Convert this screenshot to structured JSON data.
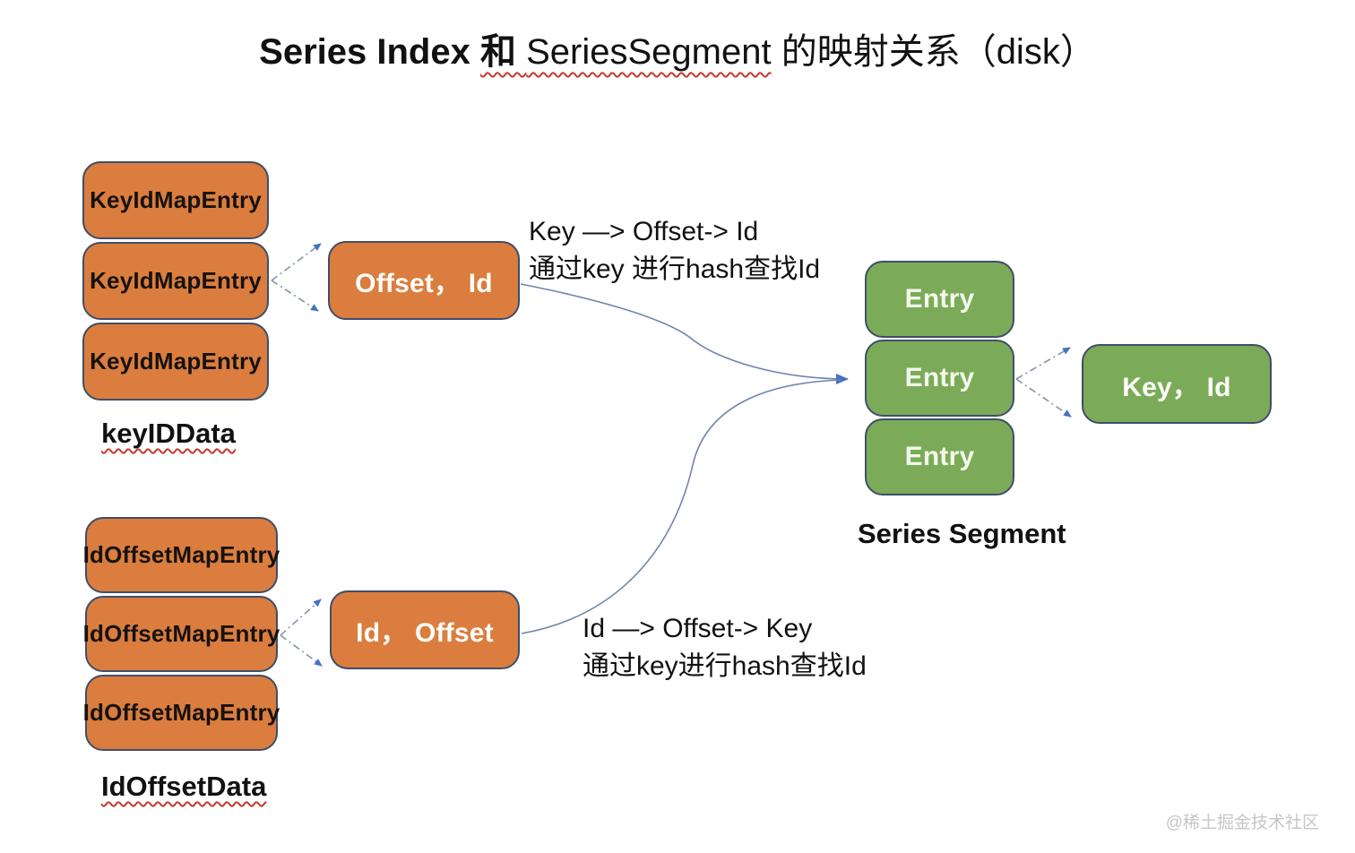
{
  "title": {
    "part_bold": "Series Index ",
    "part_underlined_bold": "和 ",
    "part_underlined": "SeriesSegment",
    "part_rest": " 的映射关系（disk）"
  },
  "key_id_group": {
    "boxes": [
      "KeyIdMapEntry",
      "KeyIdMapEntry",
      "KeyIdMapEntry"
    ],
    "label": "keyIDData",
    "map_box": "Offset， Id"
  },
  "id_offset_group": {
    "boxes": [
      "IdOffsetMapEntry",
      "IdOffsetMapEntry",
      "IdOffsetMapEntry"
    ],
    "label": "IdOffsetData",
    "map_box": "Id， Offset"
  },
  "segment_group": {
    "boxes": [
      "Entry",
      "Entry",
      "Entry"
    ],
    "label": "Series Segment",
    "kv_box": "Key， Id"
  },
  "annotations": {
    "top_line1": "Key —> Offset-> Id",
    "top_line2": "通过key 进行hash查找Id",
    "bottom_line1": "Id —> Offset-> Key",
    "bottom_line2": "通过key进行hash查找Id"
  },
  "watermark": "@稀土掘金技术社区",
  "colors": {
    "box_orange": "#db7d3e",
    "box_green": "#7bab58",
    "box_border": "#3f4e69",
    "arrow_blue": "#4472c4",
    "connector_gray_blue": "#8593ac",
    "curve_blue": "#6f85ad",
    "squiggle_red": "#c23b2e",
    "watermark_gray": "#c6c6c6"
  }
}
